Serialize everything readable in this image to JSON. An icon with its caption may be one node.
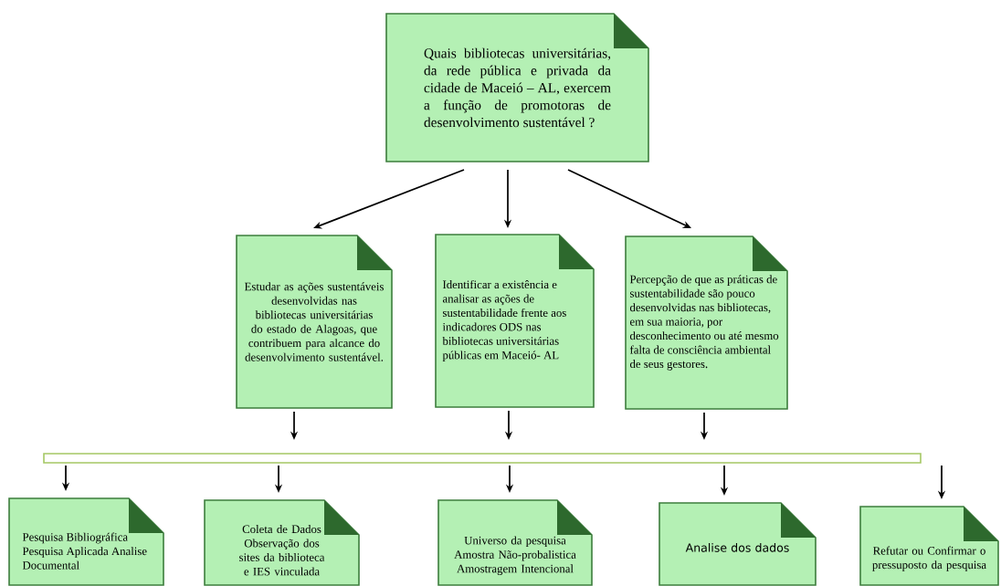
{
  "diagram": {
    "nodes": [
      {
        "text": [
          "Quais bibliotecas universitárias, da rede pública e privada da cidade de Maceió – AL, exercem a função de promotoras de desenvolvimento sustentável ?"
        ]
      },
      {
        "text": [
          "Estudar as ações sustentáveis desenvolvidas nas bibliotecas universitárias do estado de Alagoas, que contribuem para alcance do desenvolvimento sustentável."
        ]
      },
      {
        "text": [
          "Identificar a existência e analisar as ações de sustentabilidade frente aos indicadores ODS nas bibliotecas universitárias públicas em Maceió- AL"
        ]
      },
      {
        "text": [
          "Percepção de que as práticas de sustentabilidade são pouco desenvolvidas nas bibliotecas, em sua maioria, por desconhecimento ou até mesmo falta de consciência ambiental de seus gestores."
        ]
      },
      {
        "text": [],
        "shape": "bar"
      },
      {
        "text": [
          "Pesquisa Bibliográfica Pesquisa Aplicada Analise Documental"
        ]
      },
      {
        "text": [
          "Coleta de Dados Observação dos sites da biblioteca e IES vinculada"
        ]
      },
      {
        "text": [
          "Universo da pesquisa Amostra Não-probalistica Amostragem Intencional"
        ]
      },
      {
        "text": [
          "Analise dos dados"
        ]
      },
      {
        "text": [
          "Refutar ou Confirmar o pressuposto da pesquisa"
        ]
      }
    ],
    "edges": [
      {
        "from": 0,
        "to": 1,
        "arrow": "to"
      },
      {
        "from": 0,
        "to": 2,
        "arrow": "to"
      },
      {
        "from": 0,
        "to": 3,
        "arrow": "to"
      },
      {
        "from": 1,
        "to": 4,
        "arrow": "to"
      },
      {
        "from": 2,
        "to": 4,
        "arrow": "to"
      },
      {
        "from": 3,
        "to": 4,
        "arrow": "to"
      },
      {
        "from": 4,
        "to": 5,
        "arrow": "to"
      },
      {
        "from": 4,
        "to": 6,
        "arrow": "to"
      },
      {
        "from": 4,
        "to": 7,
        "arrow": "to"
      },
      {
        "from": 4,
        "to": 8,
        "arrow": "to"
      },
      {
        "from": 4,
        "to": 9,
        "arrow": "to"
      }
    ]
  }
}
